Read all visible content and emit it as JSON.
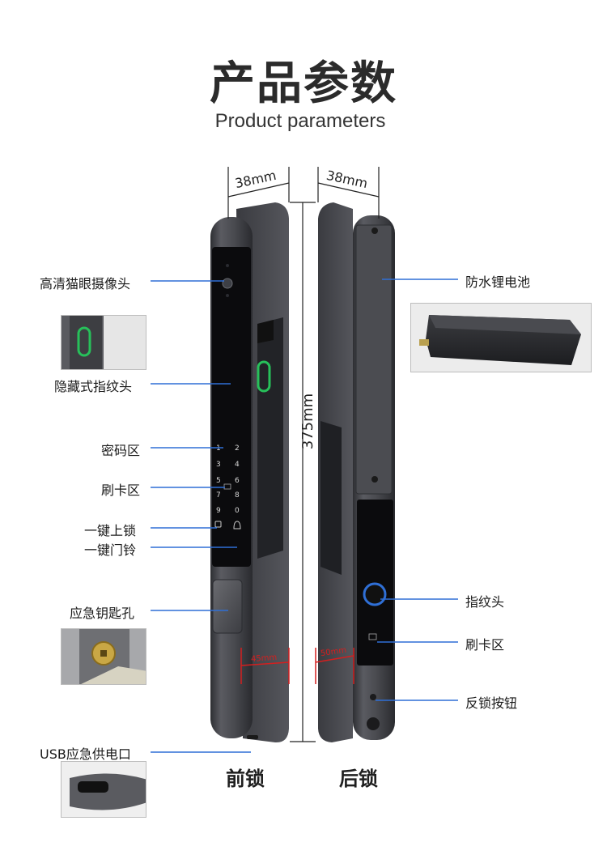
{
  "header": {
    "title_cn": "产品参数",
    "title_en": "Product parameters"
  },
  "dimensions": {
    "front_width": "38mm",
    "back_width": "38mm",
    "height": "375mm",
    "front_handle_width": "45mm",
    "back_handle_width": "50mm"
  },
  "front_callouts": {
    "camera": "高清猫眼摄像头",
    "fingerprint": "隐藏式指纹头",
    "keypad": "密码区",
    "card": "刷卡区",
    "one_key_lock": "一键上锁",
    "doorbell": "一键门铃",
    "key_hole": "应急钥匙孔",
    "usb": "USB应急供电口"
  },
  "back_callouts": {
    "battery": "防水锂电池",
    "fingerprint": "指纹头",
    "card": "刷卡区",
    "anti_lock": "反锁按钮"
  },
  "keypad": {
    "keys": [
      "1",
      "2",
      "3",
      "4",
      "5",
      "6",
      "7",
      "8",
      "9",
      "0"
    ]
  },
  "locks": {
    "front": "前锁",
    "back": "后锁"
  },
  "colors": {
    "accent": "#2f6fd6",
    "body": "#4a4b50",
    "glass": "#0b0b0d",
    "fingerprint_ring": "#27c05a",
    "back_fp_ring": "#2f6fd6",
    "dimension_red": "#d41f1f"
  },
  "icons": {
    "camera": "camera-lens-icon",
    "fingerprint": "fingerprint-ring-icon",
    "card": "card-icon",
    "lock": "padlock-icon",
    "bell": "bell-icon",
    "key": "key-cylinder-icon",
    "usb": "usb-port-icon",
    "battery": "battery-pack-icon"
  }
}
